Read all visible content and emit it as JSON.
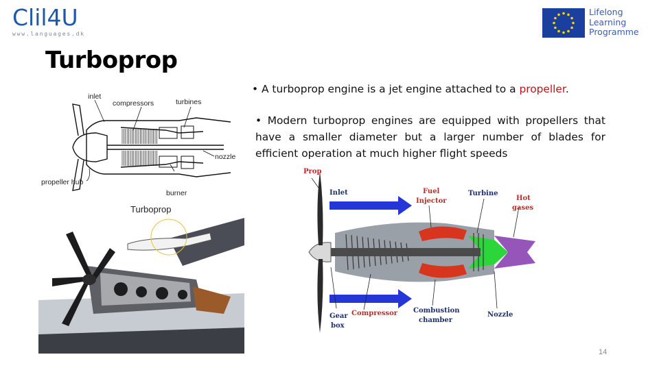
{
  "logo": {
    "brand": "Clil4U",
    "tagline": "www.languages.dk"
  },
  "llp_logo": {
    "lines": [
      "Lifelong",
      "Learning",
      "Programme"
    ]
  },
  "slide": {
    "title": "Turboprop",
    "bullets": [
      {
        "text_before": "A turboprop engine is a jet engine attached to a ",
        "highlight": "propeller",
        "text_after": "."
      },
      {
        "text": "Modern turboprop engines are equipped with propellers that have a smaller diameter but a larger number of blades for efficient operation at much higher flight speeds"
      }
    ],
    "page_number": "14"
  },
  "diagram_schematic": {
    "labels": {
      "inlet": "inlet",
      "compressors": "compressors",
      "turbines": "turbines",
      "nozzle": "nozzle",
      "propeller_hub": "propeller hub",
      "burner": "burner"
    },
    "caption": "Turboprop"
  },
  "diagram_color": {
    "labels": {
      "prop": "Prop",
      "inlet": "Inlet",
      "fuel": "Fuel",
      "injector": "Injector",
      "turbine": "Turbine",
      "hot": "Hot",
      "gases": "gases",
      "gear": "Gear",
      "box": "box",
      "compressor": "Compressor",
      "combustion": "Combustion",
      "chamber": "chamber",
      "nozzle": "Nozzle"
    }
  },
  "colors": {
    "brand_blue": "#1f5aa8",
    "eu_blue": "#1a3f9e",
    "eu_star": "#ffd500",
    "highlight_red": "#c0121c",
    "diagram_label_red": "#c02a2a",
    "diagram_label_navy": "#1c2e70",
    "inlet_arrow": "#2436d8",
    "flame": "#d8351f",
    "nozzle_green": "#2cd63a",
    "exhaust_purple": "#7a2aa8"
  }
}
